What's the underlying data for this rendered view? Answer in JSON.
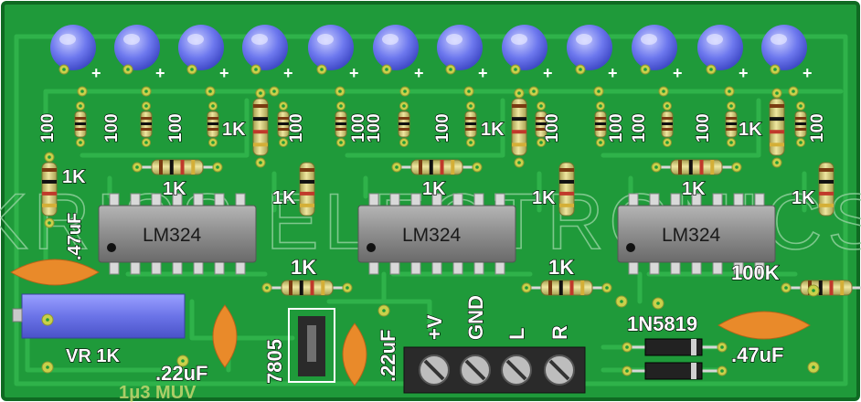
{
  "watermark": "KRISS ELECTRONICS",
  "leds": {
    "count": 12,
    "polarity_mark": "+",
    "color": "#6d78ee"
  },
  "resistor_labels": {
    "led_series": "100",
    "divider": "1K",
    "feedback_bottom": "1K",
    "bias": "100K"
  },
  "ic": {
    "part": "LM324",
    "count": 3
  },
  "parts": {
    "input_cap": ".47uF",
    "pot": "VR 1K",
    "reg_in_cap": ".22uF",
    "regulator": "7805",
    "reg_out_cap": ".22uF",
    "output_cap": ".47uF",
    "diode": "1N5819",
    "partial_text": "1μ3 MUV"
  },
  "terminal": {
    "labels": [
      "+V",
      "GND",
      "L",
      "R"
    ]
  },
  "colors": {
    "board": "#1f9a3a",
    "board_border": "#0f6a22",
    "trace": "#2fb24a",
    "pad": "#c9d14a",
    "ic_body": "#8d8d8d",
    "capacitor": "#e98a2a",
    "pot": "#6b74e8",
    "resistor_body": "#d6cc72"
  }
}
